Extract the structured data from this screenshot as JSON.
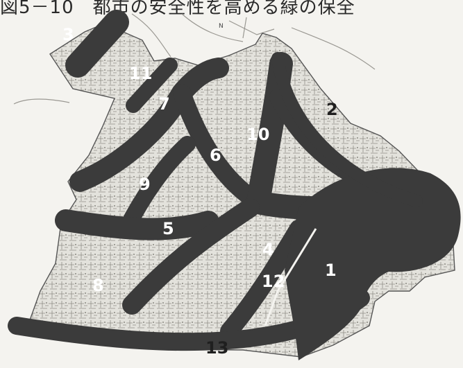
{
  "caption": "図5－10　都市の安全性を高める緑の保全",
  "legend_symbol": "N",
  "colors": {
    "greenbelt": "#3b3b3b",
    "urban": "#e3e2dc",
    "paper": "#f4f3ef",
    "label_light": "#ffffff",
    "label_dark": "#1f1f1f"
  },
  "zones": [
    {
      "id": "1",
      "label": "1"
    },
    {
      "id": "2",
      "label": "2"
    },
    {
      "id": "3",
      "label": "3"
    },
    {
      "id": "4",
      "label": "4"
    },
    {
      "id": "5",
      "label": "5"
    },
    {
      "id": "6",
      "label": "6"
    },
    {
      "id": "7",
      "label": "7"
    },
    {
      "id": "8",
      "label": "8"
    },
    {
      "id": "9",
      "label": "9"
    },
    {
      "id": "10",
      "label": "10"
    },
    {
      "id": "11",
      "label": "11"
    },
    {
      "id": "12",
      "label": "12"
    },
    {
      "id": "13",
      "label": "13"
    }
  ]
}
